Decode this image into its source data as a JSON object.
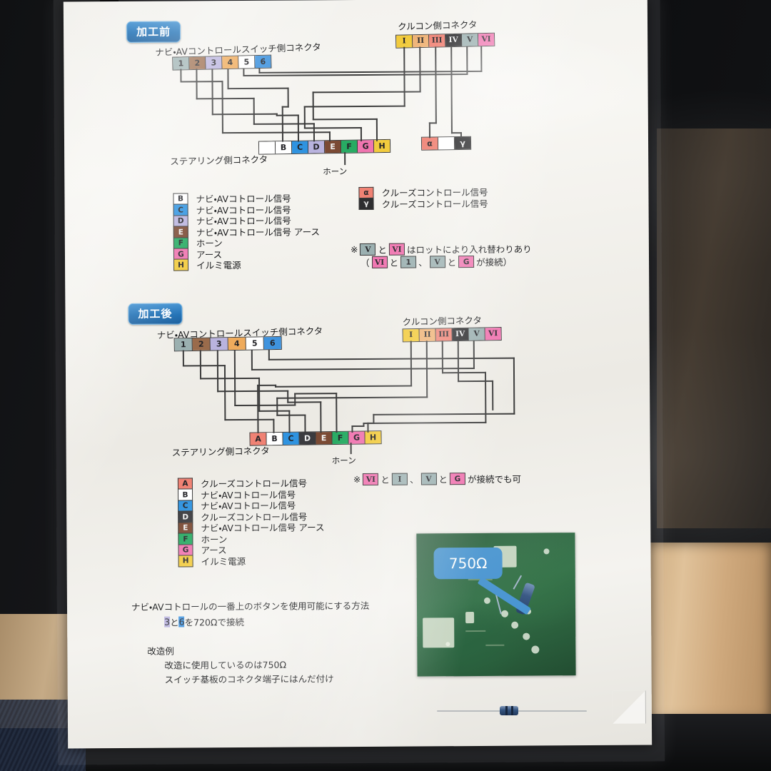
{
  "document": {
    "kind": "printed-wiring-diagram-sheet",
    "language": "ja"
  },
  "section_before": {
    "badge": "加工前",
    "switch_connector_title": "ナビ・AVコントロールスイッチ側コネクタ",
    "switch_connector_pins": [
      {
        "label": "1",
        "color": "#9bb0b0"
      },
      {
        "label": "2",
        "color": "#9a6b4b"
      },
      {
        "label": "3",
        "color": "#b9b3de"
      },
      {
        "label": "4",
        "color": "#efab5c"
      },
      {
        "label": "5",
        "color": "#ffffff"
      },
      {
        "label": "6",
        "color": "#3f93de"
      }
    ],
    "cruise_connector_title": "クルコン側コネクタ",
    "cruise_connector_pins": [
      {
        "label": "I",
        "color": "#f2cb3d"
      },
      {
        "label": "II",
        "color": "#efb376"
      },
      {
        "label": "III",
        "color": "#f08274"
      },
      {
        "label": "IV",
        "color": "#2e2e30"
      },
      {
        "label": "V",
        "color": "#9bb0b0"
      },
      {
        "label": "VI",
        "color": "#f075b0"
      }
    ],
    "steering_connector_title": "ステアリング側コネクタ",
    "steering_connector_pins": [
      {
        "label": "",
        "color": "#ffffff"
      },
      {
        "label": "B",
        "color": "#ffffff"
      },
      {
        "label": "C",
        "color": "#2f93e0"
      },
      {
        "label": "D",
        "color": "#b9b3de"
      },
      {
        "label": "E",
        "color": "#7b4a34"
      },
      {
        "label": "F",
        "color": "#27ab63"
      },
      {
        "label": "G",
        "color": "#f075b0"
      },
      {
        "label": "H",
        "color": "#f2cb3d"
      }
    ],
    "horn_label": "ホーン",
    "alpha_connector_pins": [
      {
        "label": "α",
        "color": "#f08274"
      },
      {
        "label": "",
        "color": "#ffffff"
      },
      {
        "label": "γ",
        "color": "#2e2e30"
      }
    ],
    "legend": [
      {
        "key": "B",
        "color": "#ffffff",
        "desc": "ナビ・AVコトロール信号"
      },
      {
        "key": "C",
        "color": "#2f93e0",
        "desc": "ナビ・AVコトロール信号"
      },
      {
        "key": "D",
        "color": "#b9b3de",
        "desc": "ナビ・AVコトロール信号"
      },
      {
        "key": "E",
        "color": "#7b4a34",
        "desc": "ナビ・AVコトロール信号 アース"
      },
      {
        "key": "F",
        "color": "#27ab63",
        "desc": "ホーン"
      },
      {
        "key": "G",
        "color": "#f075b0",
        "desc": "アース"
      },
      {
        "key": "H",
        "color": "#f2cb3d",
        "desc": "イルミ電源"
      }
    ],
    "legend_right": [
      {
        "key": "α",
        "color": "#f08274",
        "desc": "クルーズコントロール信号"
      },
      {
        "key": "γ",
        "color": "#2e2e30",
        "desc": "クルーズコントロール信号"
      }
    ],
    "note": {
      "mark": "※",
      "line1_a": "V",
      "line1_a_color": "#9bb0b0",
      "line1_mid": "と",
      "line1_b": "VI",
      "line1_b_color": "#f075b0",
      "line1_tail": "はロットにより入れ替わりあり",
      "line2_open": "（",
      "line2_a": "VI",
      "line2_a_color": "#f075b0",
      "line2_m1": "と",
      "line2_b": "1",
      "line2_b_color": "#9bb0b0",
      "line2_m2": "、",
      "line2_c": "V",
      "line2_c_color": "#9bb0b0",
      "line2_m3": "と",
      "line2_d": "G",
      "line2_d_color": "#f075b0",
      "line2_tail": "が接続）"
    }
  },
  "section_after": {
    "badge": "加工後",
    "switch_connector_title": "ナビ・AVコントロールスイッチ側コネクタ",
    "switch_connector_pins": [
      {
        "label": "1",
        "color": "#9bb0b0"
      },
      {
        "label": "2",
        "color": "#9a6b4b"
      },
      {
        "label": "3",
        "color": "#b9b3de"
      },
      {
        "label": "4",
        "color": "#efab5c"
      },
      {
        "label": "5",
        "color": "#ffffff"
      },
      {
        "label": "6",
        "color": "#3f93de"
      }
    ],
    "cruise_connector_title": "クルコン側コネクタ",
    "cruise_connector_pins": [
      {
        "label": "I",
        "color": "#f2cb3d"
      },
      {
        "label": "II",
        "color": "#efb376"
      },
      {
        "label": "III",
        "color": "#f08274"
      },
      {
        "label": "IV",
        "color": "#2e2e30"
      },
      {
        "label": "V",
        "color": "#9bb0b0"
      },
      {
        "label": "VI",
        "color": "#f075b0"
      }
    ],
    "steering_connector_title": "ステアリング側コネクタ",
    "steering_connector_pins": [
      {
        "label": "A",
        "color": "#f08274"
      },
      {
        "label": "B",
        "color": "#ffffff"
      },
      {
        "label": "C",
        "color": "#2f93e0"
      },
      {
        "label": "D",
        "color": "#3b3b3f"
      },
      {
        "label": "E",
        "color": "#7b4a34"
      },
      {
        "label": "F",
        "color": "#27ab63"
      },
      {
        "label": "G",
        "color": "#f075b0"
      },
      {
        "label": "H",
        "color": "#f2cb3d"
      }
    ],
    "horn_label": "ホーン",
    "legend": [
      {
        "key": "A",
        "color": "#f08274",
        "desc": "クルーズコントロール信号"
      },
      {
        "key": "B",
        "color": "#ffffff",
        "desc": "ナビ・AVコトロール信号"
      },
      {
        "key": "C",
        "color": "#2f93e0",
        "desc": "ナビ・AVコトロール信号"
      },
      {
        "key": "D",
        "color": "#3b3b3f",
        "desc": "クルーズコントロール信号"
      },
      {
        "key": "E",
        "color": "#7b4a34",
        "desc": "ナビ・AVコトロール信号 アース"
      },
      {
        "key": "F",
        "color": "#27ab63",
        "desc": "ホーン"
      },
      {
        "key": "G",
        "color": "#f075b0",
        "desc": "アース"
      },
      {
        "key": "H",
        "color": "#f2cb3d",
        "desc": "イルミ電源"
      }
    ],
    "note": {
      "mark": "※",
      "a": "VI",
      "a_color": "#f075b0",
      "m1": "と",
      "b": "I",
      "b_color": "#9bb0b0",
      "m2": "、",
      "c": "V",
      "c_color": "#9bb0b0",
      "m3": "と",
      "d": "G",
      "d_color": "#f075b0",
      "tail": "が接続でも可"
    }
  },
  "bottom": {
    "line1": "ナビ・AVコトロールの一番上のボタンを使用可能にする方法",
    "line2_a": "3",
    "line2_a_color": "#b9b3de",
    "line2_m": "と",
    "line2_b": "6",
    "line2_b_color": "#3f93de",
    "line2_tail": "を720Ωで接続",
    "line3": "改造例",
    "line4": "改造に使用しているのは750Ω",
    "line5": "スイッチ基板のコネクタ端子にはんだ付け"
  },
  "photo": {
    "callout_text": "750Ω",
    "callout_color": "#3f8fd0",
    "board_color": "#2b6c41",
    "resistor_color": "#2f4f7e"
  }
}
